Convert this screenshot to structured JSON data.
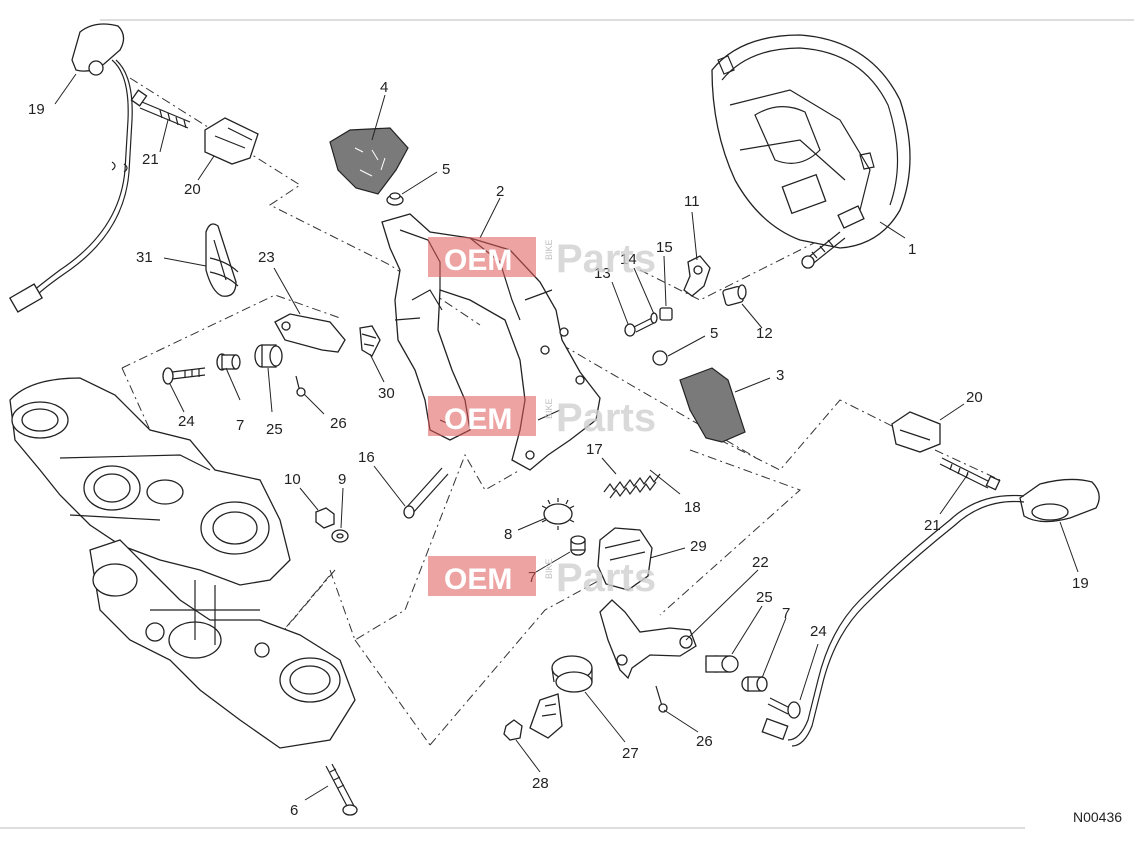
{
  "diagram": {
    "drawing_code": "N00436",
    "watermark": {
      "brand": "OEM",
      "middle": "BIKE",
      "tail": "Parts"
    },
    "callouts": [
      {
        "id": "c1",
        "label": "1"
      },
      {
        "id": "c2",
        "label": "2"
      },
      {
        "id": "c3",
        "label": "3"
      },
      {
        "id": "c4",
        "label": "4"
      },
      {
        "id": "c5a",
        "label": "5"
      },
      {
        "id": "c5b",
        "label": "5"
      },
      {
        "id": "c6",
        "label": "6"
      },
      {
        "id": "c7a",
        "label": "7"
      },
      {
        "id": "c7b",
        "label": "7"
      },
      {
        "id": "c7c",
        "label": "7"
      },
      {
        "id": "c8",
        "label": "8"
      },
      {
        "id": "c9",
        "label": "9"
      },
      {
        "id": "c10",
        "label": "10"
      },
      {
        "id": "c11",
        "label": "11"
      },
      {
        "id": "c12",
        "label": "12"
      },
      {
        "id": "c13",
        "label": "13"
      },
      {
        "id": "c14",
        "label": "14"
      },
      {
        "id": "c15",
        "label": "15"
      },
      {
        "id": "c16",
        "label": "16"
      },
      {
        "id": "c17",
        "label": "17"
      },
      {
        "id": "c18",
        "label": "18"
      },
      {
        "id": "c19a",
        "label": "19"
      },
      {
        "id": "c19b",
        "label": "19"
      },
      {
        "id": "c20a",
        "label": "20"
      },
      {
        "id": "c20b",
        "label": "20"
      },
      {
        "id": "c21a",
        "label": "21"
      },
      {
        "id": "c21b",
        "label": "21"
      },
      {
        "id": "c22",
        "label": "22"
      },
      {
        "id": "c23",
        "label": "23"
      },
      {
        "id": "c24a",
        "label": "24"
      },
      {
        "id": "c24b",
        "label": "24"
      },
      {
        "id": "c25a",
        "label": "25"
      },
      {
        "id": "c25b",
        "label": "25"
      },
      {
        "id": "c26a",
        "label": "26"
      },
      {
        "id": "c26b",
        "label": "26"
      },
      {
        "id": "c27",
        "label": "27"
      },
      {
        "id": "c28",
        "label": "28"
      },
      {
        "id": "c29",
        "label": "29"
      },
      {
        "id": "c30",
        "label": "30"
      },
      {
        "id": "c31",
        "label": "31"
      }
    ]
  }
}
